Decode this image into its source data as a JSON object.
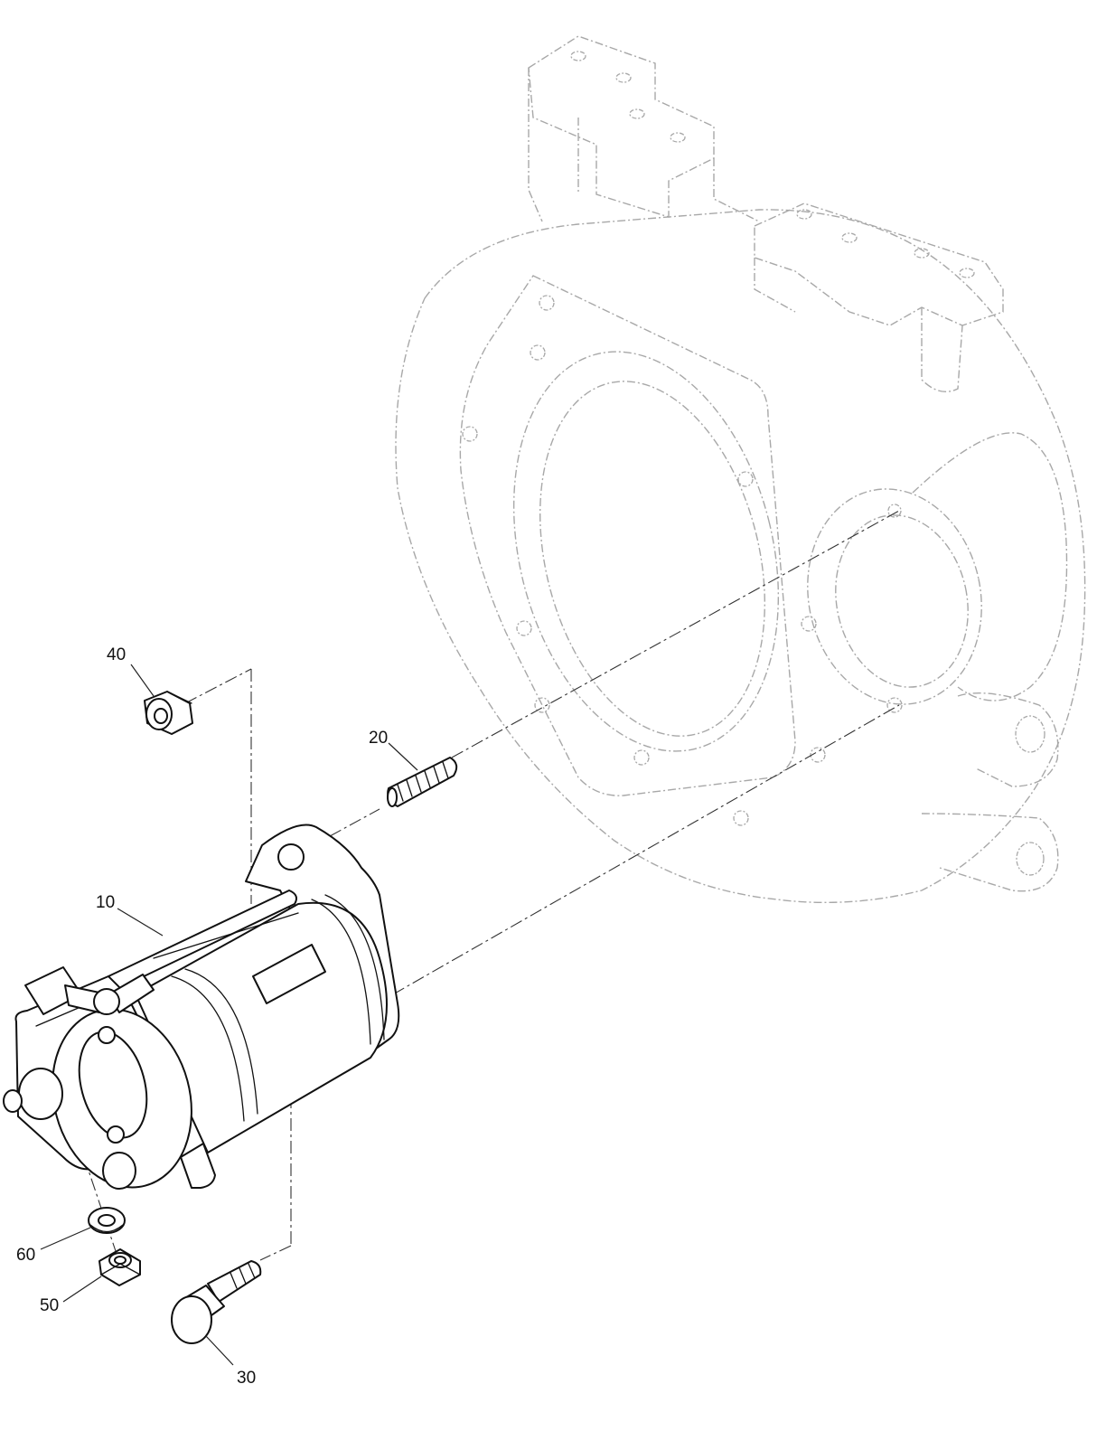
{
  "callouts": {
    "c10": "10",
    "c20": "20",
    "c30": "30",
    "c40": "40",
    "c50": "50",
    "c60": "60"
  },
  "colors": {
    "part_stroke": "#111111",
    "ghost_stroke": "#a8a8a8",
    "background": "#ffffff"
  }
}
